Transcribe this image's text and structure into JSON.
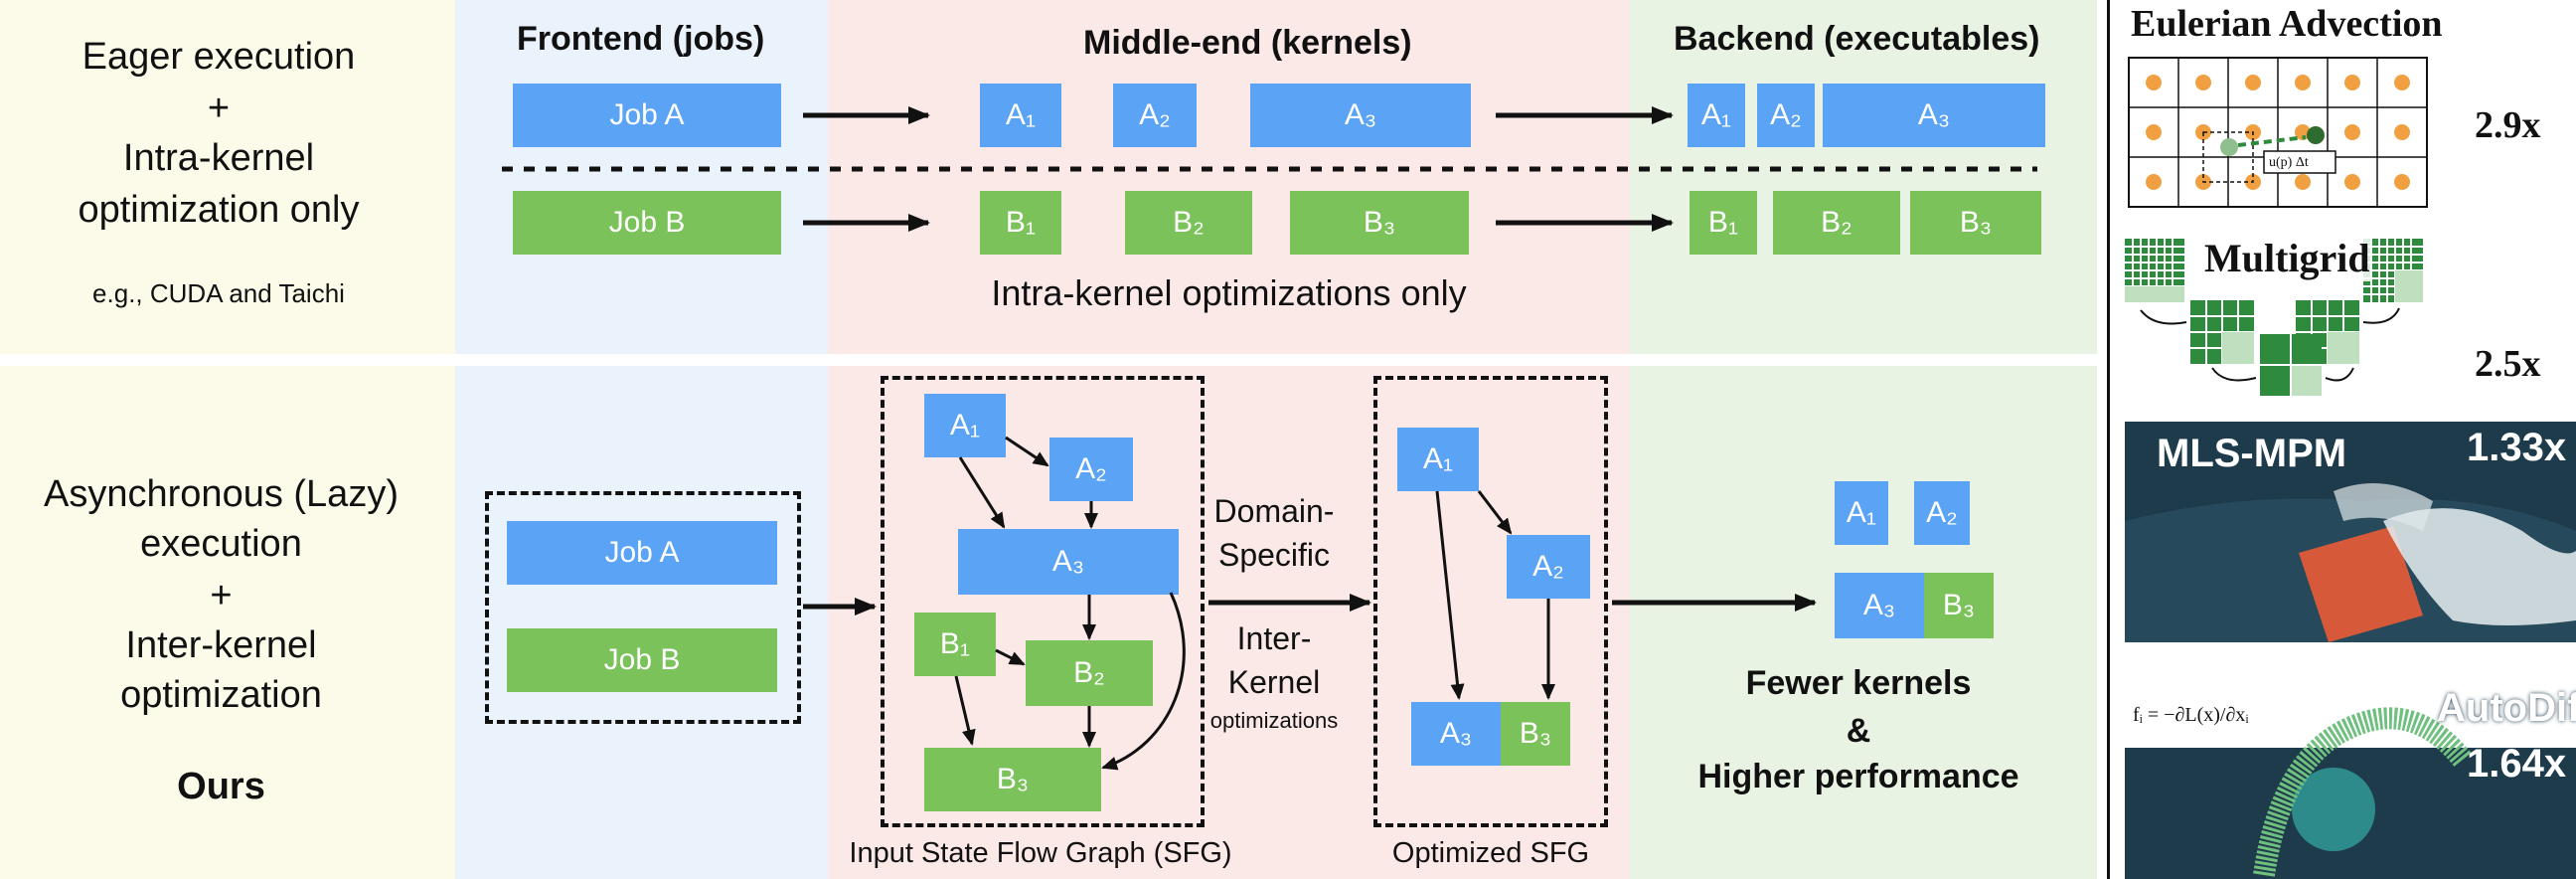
{
  "top": {
    "left_caption": {
      "line1": "Eager execution",
      "line2": "+",
      "line3": "Intra-kernel",
      "line4": "optimization only",
      "example": "e.g., CUDA and Taichi"
    },
    "headers": {
      "frontend": "Frontend (jobs)",
      "middle": "Middle-end (kernels)",
      "backend": "Backend (executables)"
    },
    "job_a": "Job A",
    "job_b": "Job B",
    "kernels_a": {
      "a1": "A₁",
      "a2": "A₂",
      "a3": "A₃"
    },
    "kernels_b": {
      "b1": "B₁",
      "b2": "B₂",
      "b3": "B₃"
    },
    "caption": "Intra-kernel optimizations only"
  },
  "bottom": {
    "left_caption": {
      "line1": "Asynchronous (Lazy)",
      "line2": "execution",
      "line3": "+",
      "line4": "Inter-kernel",
      "line5": "optimization",
      "ours": "Ours"
    },
    "job_a": "Job A",
    "job_b": "Job B",
    "sfg_nodes": {
      "a1": "A₁",
      "a2": "A₂",
      "a3": "A₃",
      "b1": "B₁",
      "b2": "B₂",
      "b3": "B₃"
    },
    "sfg_caption": "Input State Flow Graph (SFG)",
    "ds_label": {
      "line1": "Domain-",
      "line2": "Specific",
      "line3": "Inter-",
      "line4": "Kernel",
      "line5": "optimizations"
    },
    "opt_nodes": {
      "a1": "A₁",
      "a2": "A₂",
      "a3": "A₃",
      "b3": "B₃"
    },
    "opt_caption": "Optimized SFG",
    "final_nodes": {
      "a1": "A₁",
      "a2": "A₂",
      "a3": "A₃",
      "b3": "B₃"
    },
    "result": {
      "line1": "Fewer kernels",
      "line2": "&",
      "line3": "Higher performance"
    }
  },
  "right": {
    "eulerian": {
      "title": "Eulerian Advection",
      "speedup": "2.9x",
      "formula": "u(p) Δt"
    },
    "multigrid": {
      "title": "Multigrid",
      "speedup": "2.5x"
    },
    "mls": {
      "title": "MLS-MPM",
      "speedup": "1.33x"
    },
    "autodiff": {
      "title": "AutoDiff",
      "speedup": "1.64x",
      "formula": "fᵢ = −∂L(x)/∂xᵢ"
    }
  },
  "colors": {
    "blue": "#5ba3f5",
    "green": "#7cc25a",
    "frontend_bg": "#eaf2fc",
    "middle_bg": "#fbe9e7",
    "backend_bg": "#e8f3e4",
    "left_bg": "#fcfbea"
  }
}
